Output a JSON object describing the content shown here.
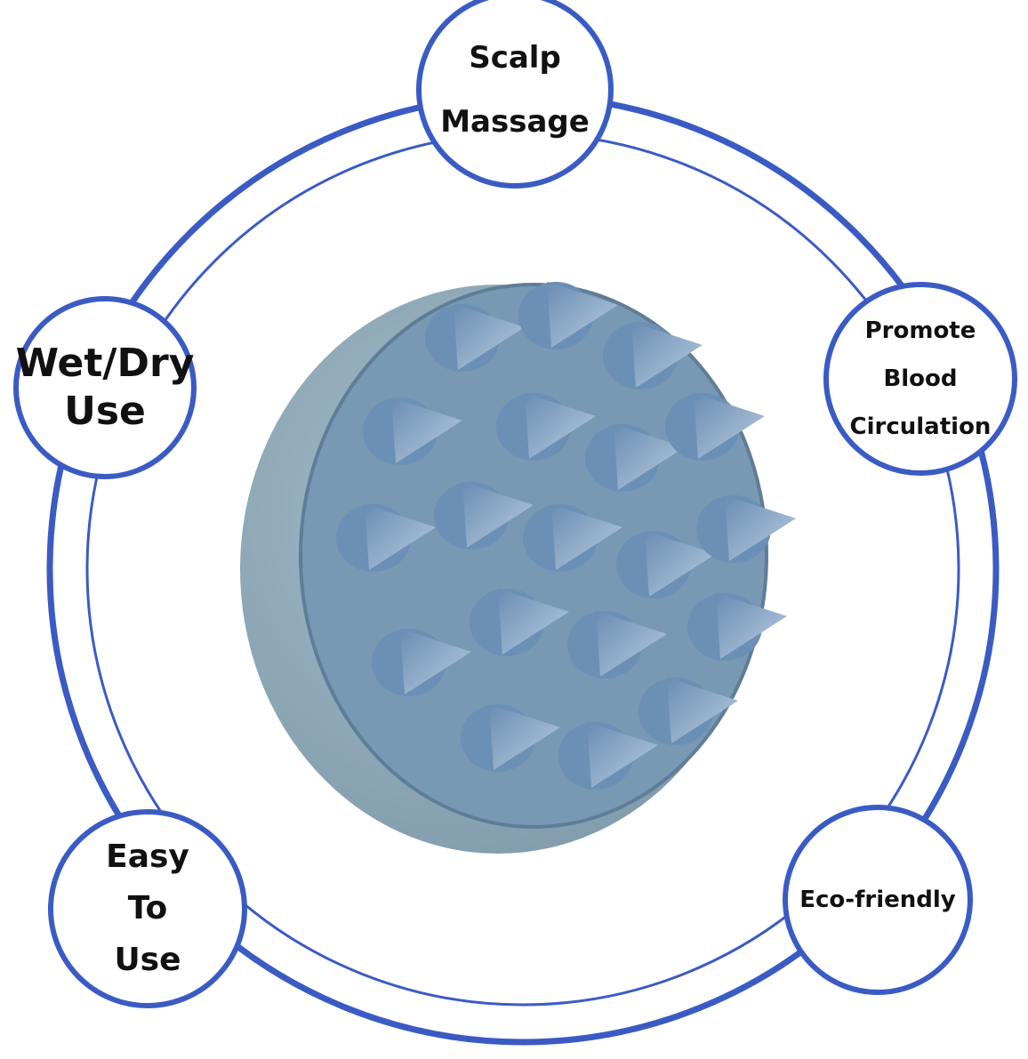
{
  "colors": {
    "ring": "#3b5bc4",
    "brush_body": "#8fa9b8",
    "brush_face": "#7898b4",
    "spike": "#6f92b6"
  },
  "features": [
    {
      "lines": [
        "Scalp",
        "Massage"
      ]
    },
    {
      "lines": [
        "Wet/Dry",
        "Use"
      ]
    },
    {
      "lines": [
        "Promote",
        "Blood",
        "Circulation"
      ]
    },
    {
      "lines": [
        "Easy",
        "To",
        "Use"
      ]
    },
    {
      "lines": [
        "Eco-friendly"
      ]
    }
  ]
}
